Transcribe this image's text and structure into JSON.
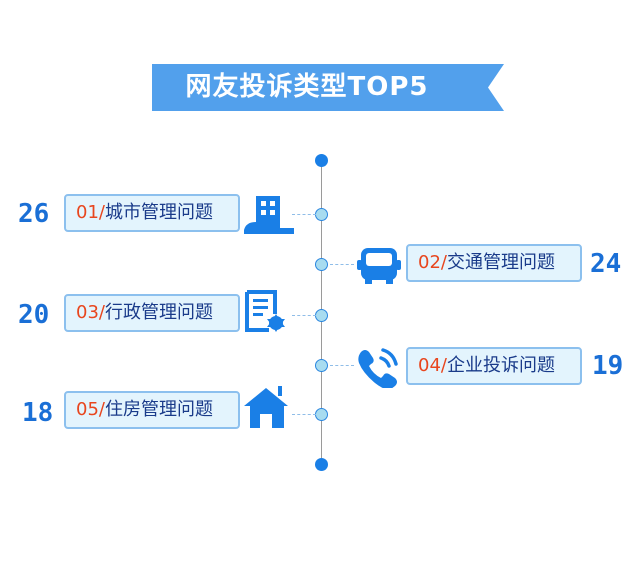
{
  "title": "网友投诉类型TOP5",
  "colors": {
    "banner": "#52a0ec",
    "accent": "#1a7fe6",
    "number": "#e8461e",
    "label_text": "#1a3b8a"
  },
  "items": [
    {
      "rank": "01/",
      "name": "城市管理问题",
      "value": "26",
      "icon": "building-icon",
      "side": "left"
    },
    {
      "rank": "02/",
      "name": "交通管理问题",
      "value": "24",
      "icon": "bus-icon",
      "side": "right"
    },
    {
      "rank": "03/",
      "name": "行政管理问题",
      "value": "20",
      "icon": "document-settings-icon",
      "side": "left"
    },
    {
      "rank": "04/",
      "name": "企业投诉问题",
      "value": "19",
      "icon": "phone-icon",
      "side": "right"
    },
    {
      "rank": "05/",
      "name": "住房管理问题",
      "value": "18",
      "icon": "house-icon",
      "side": "left"
    }
  ]
}
